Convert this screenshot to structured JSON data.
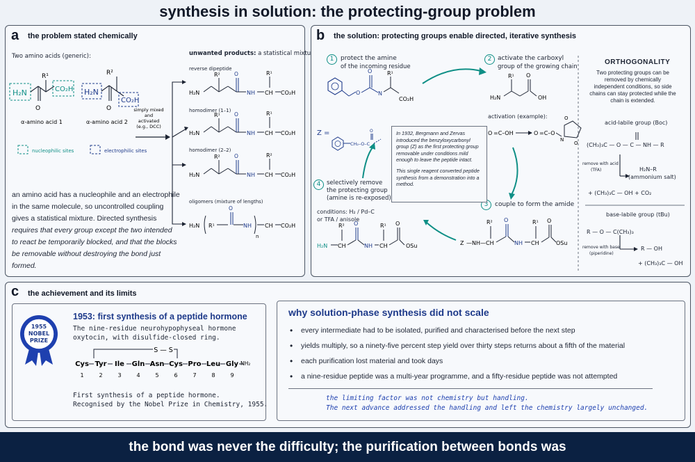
{
  "title": "synthesis in solution: the protecting-group problem",
  "panel_a": {
    "letter": "a",
    "title": "the problem stated chemically",
    "two_amino_acids": "Two amino acids (generic):",
    "aa1": "α-amino acid 1",
    "aa2": "α-amino acid 2",
    "h2n": "H₂N",
    "co2h": "CO₂H",
    "r1": "R¹",
    "r2": "R²",
    "o": "O",
    "legend_nuc": "nucleophilic sites",
    "legend_elec": "electrophilic sites",
    "mix_1": "simply mixed",
    "mix_2": "and",
    "mix_3": "activated",
    "mix_4": "(e.g., DCC)",
    "unwanted_bold": "unwanted products:",
    "unwanted_rest": " a statistical mixture",
    "reverse_dipeptide": "reverse dipeptide",
    "homodimer_11": "homodimer (1–1)",
    "homodimer_22": "homodimer (2–2)",
    "oligomers": "oligomers (mixture of lengths)",
    "nh": "NH",
    "ch": "CH",
    "n_sub": "n",
    "para_1": "an amino acid has a nucleophile and an electrophile",
    "para_2": "in the same molecule, so uncontrolled coupling",
    "para_3": "gives a statistical mixture. Directed synthesis",
    "para_4": "requires that every group except the two intended",
    "para_5": "to react be temporarily blocked, and that the blocks",
    "para_6": "be removable without destroying the bond just formed."
  },
  "panel_b": {
    "letter": "b",
    "title": "the solution: protecting groups enable directed, iterative synthesis",
    "step1_num": "1",
    "step1_a": "protect the amine",
    "step1_b": "of the incoming residue",
    "step2_num": "2",
    "step2_a": "activate the carboxyl",
    "step2_b": "group of the growing chain",
    "step3_num": "3",
    "step3": "couple to form the amide",
    "step4_num": "4",
    "step4_a": "selectively remove",
    "step4_b": "the protecting group",
    "step4_c": "(amine is re-exposed)",
    "conditions_a": "conditions: H₂ / Pd–C",
    "conditions_b": "or TFA / anisole",
    "activation": "activation (example):",
    "z_eq": "Z =",
    "osu": "OSu",
    "oh": "OH",
    "o": "O",
    "n": "N",
    "z": "Z",
    "note_1": "In 1932, Bergmann and Zervas introduced the benzyloxycarbonyl group (Z) as the first protecting group removable under conditions mild enough to leave the peptide intact.",
    "note_2": "This single reagent converted peptide synthesis from a demonstration into a method.",
    "orth_title": "ORTHOGONALITY",
    "orth_desc": "Two protecting groups can be removed by chemically independent conditions, so side chains can stay protected while the chain is extended.",
    "boc_title": "acid-labile group (Boc)",
    "boc_formula": "(CH₃)₃C — O — C — NH — R",
    "acid_a": "remove with acid",
    "acid_b": "(TFA)",
    "amine_prod": "H₂N–R",
    "ammonium": "(ammonium salt)",
    "boc_byprod": "+ (CH₃)₃C — OH    +    CO₂",
    "tbu_title": "base-labile group (tBu)",
    "tbu_formula": "R — O — C(CH₃)₃",
    "base_a": "remove with base",
    "base_b": "(piperidine)",
    "roh": "R — OH",
    "tbu_byprod": "+ (CH₃)₃C — OH"
  },
  "panel_c": {
    "letter": "c",
    "title": "the achievement and its limits",
    "nobel_1": "1955",
    "nobel_2": "NOBEL",
    "nobel_3": "PRIZE",
    "oxy_head": "1953: first synthesis of a peptide hormone",
    "oxy_desc_1": "The nine-residue neurohypophyseal hormone",
    "oxy_desc_2": "oxytocin, with disulfide-closed ring.",
    "ss": "S — S",
    "sequence": [
      "Cys",
      "Tyr",
      "Ile",
      "Gln",
      "Asn",
      "Cys",
      "Pro",
      "Leu",
      "Gly"
    ],
    "nh2": "NH₂",
    "positions": [
      "1",
      "2",
      "3",
      "4",
      "5",
      "6",
      "7",
      "8",
      "9"
    ],
    "oxy_foot_1": "First synthesis of a peptide hormone.",
    "oxy_foot_2": "Recognised by the Nobel Prize in Chemistry, 1955.",
    "why_title": "why solution-phase synthesis did not scale",
    "why_items": [
      "every intermediate had to be isolated, purified and characterised before the next step",
      "yields multiply, so a ninety-five percent step yield over thirty steps returns about a fifth of the material",
      "each purification lost material and took days",
      "a nine-residue peptide was a multi-year programme, and a fifty-residue peptide was not attempted"
    ],
    "concl_1": "the limiting factor was not chemistry but handling.",
    "concl_2": "The next advance addressed the handling and left the chemistry largely unchanged."
  },
  "banner": "the bond was never the difficulty; the purification between bonds was",
  "colors": {
    "teal": "#0f8f86",
    "navy": "#1e3a8a",
    "banner": "#0b2142"
  }
}
